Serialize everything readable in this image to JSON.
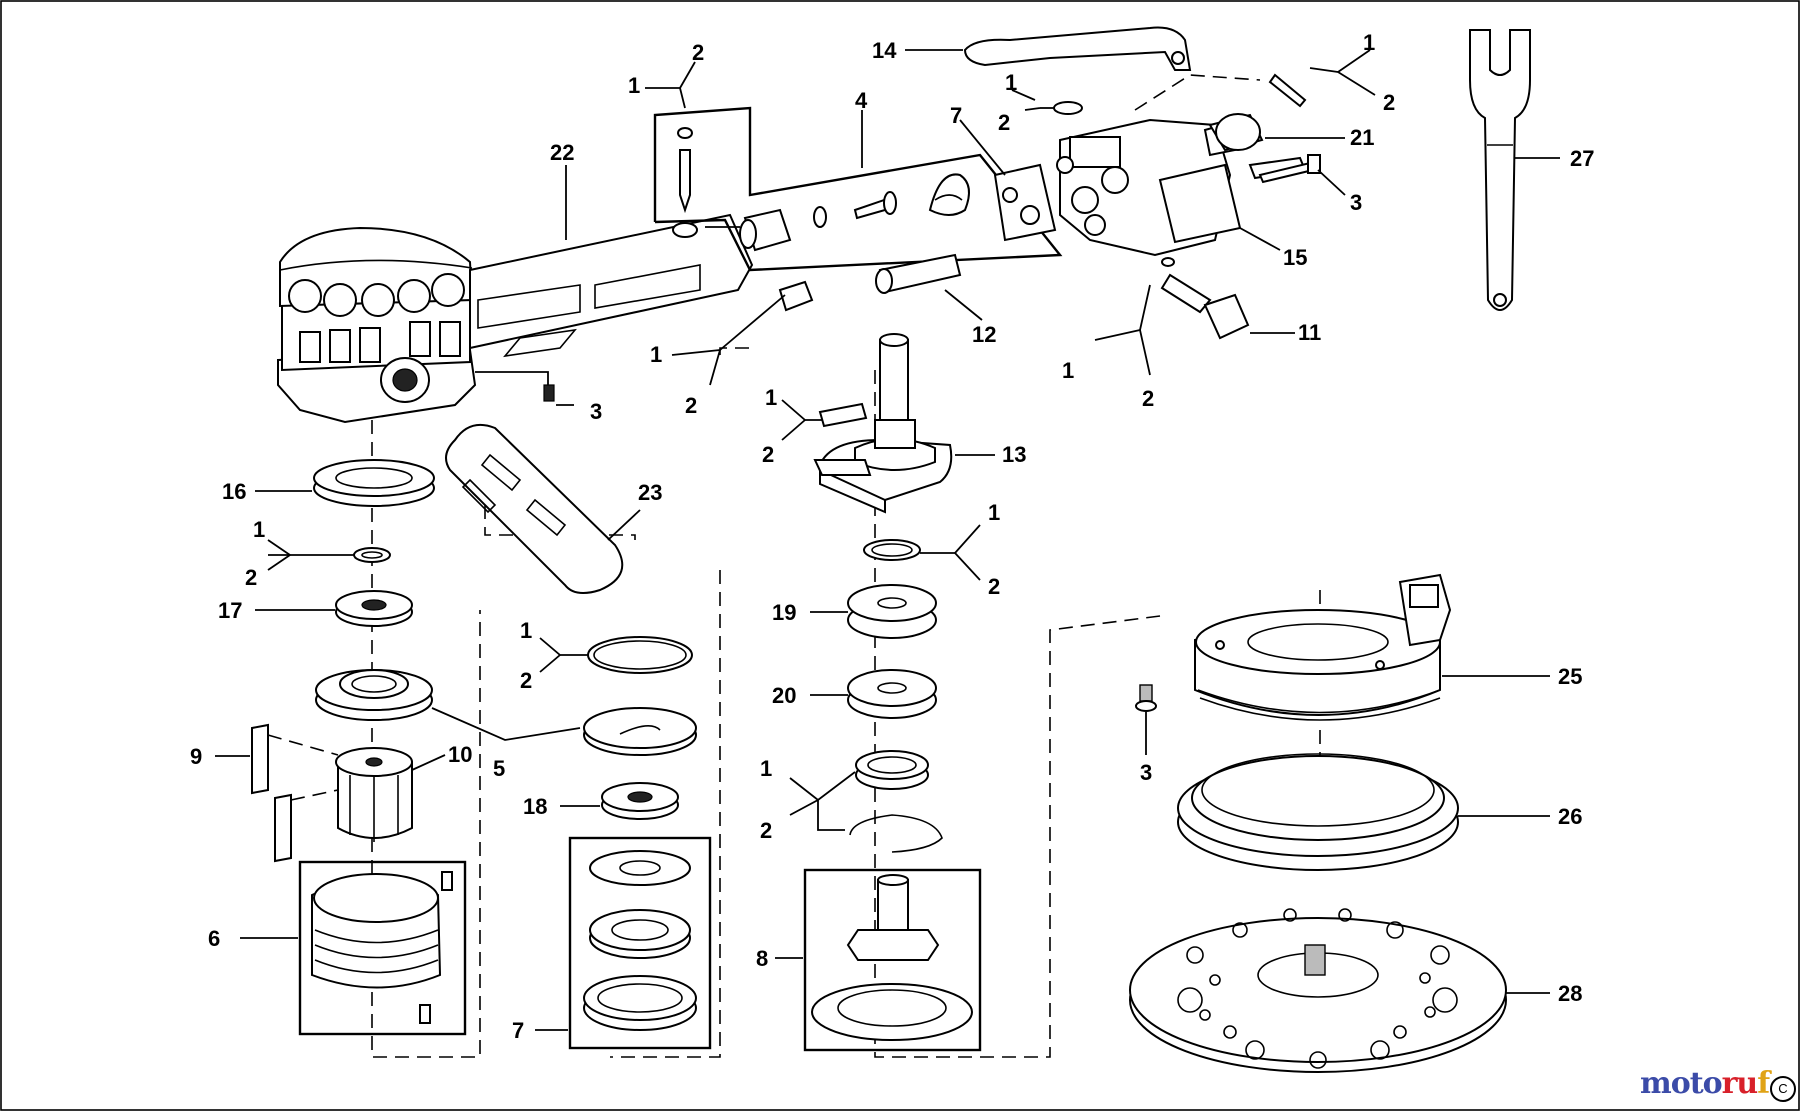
{
  "labels": {
    "l01": "1",
    "l02": "2",
    "l03": "1",
    "l04": "2",
    "l05": "1",
    "l06": "2",
    "l07": "1",
    "l08": "2",
    "l09": "1",
    "l10": "2",
    "l11": "1",
    "l12": "2",
    "l13": "1",
    "l14": "2",
    "l15": "1",
    "l16": "2",
    "l17": "1",
    "l18": "2",
    "l19": "1",
    "l20": "2",
    "l21": "3",
    "l22": "3",
    "l23": "3",
    "l24": "4",
    "l25": "5",
    "l26": "6",
    "l27": "7",
    "l28": "7",
    "l29": "8",
    "l30": "9",
    "l31": "10",
    "l32": "11",
    "l33": "12",
    "l34": "13",
    "l35": "14",
    "l36": "15",
    "l37": "16",
    "l38": "17",
    "l39": "18",
    "l40": "19",
    "l41": "20",
    "l42": "21",
    "l43": "22",
    "l44": "23",
    "l45": "25",
    "l46": "26",
    "l47": "27",
    "l48": "28"
  },
  "watermark": {
    "part1": "moto",
    "part2": "ru",
    "part3": "f",
    "tail": "C"
  }
}
